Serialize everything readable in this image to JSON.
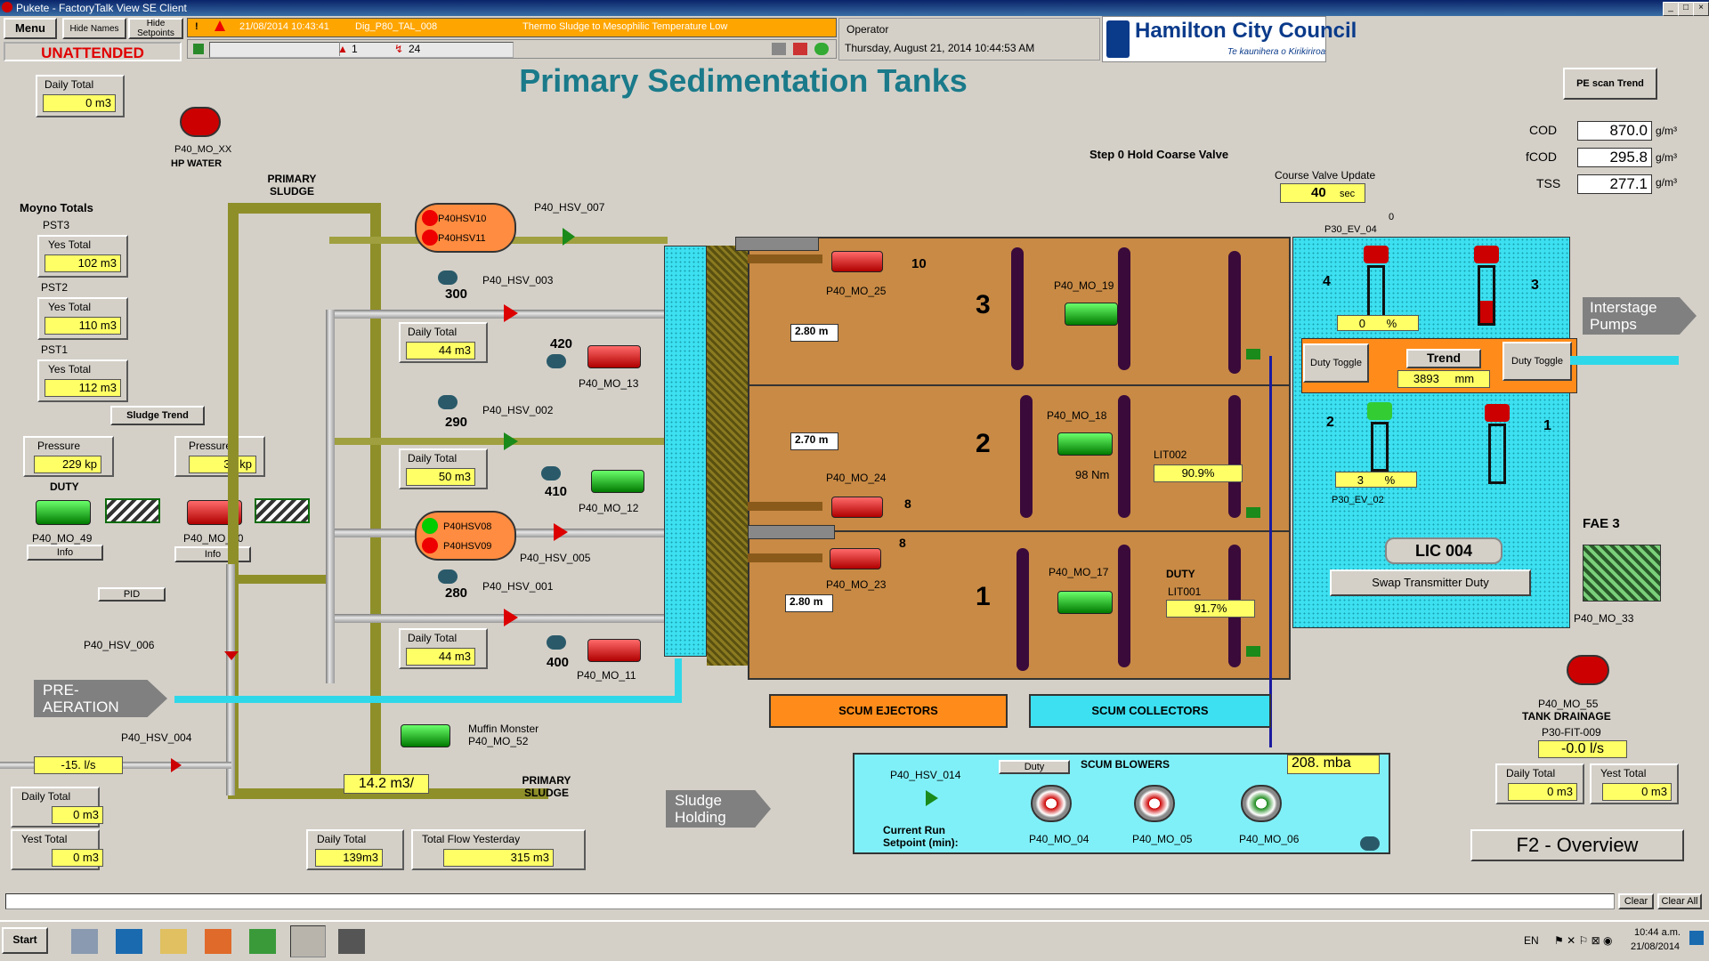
{
  "window": {
    "title": "Pukete - FactoryTalk View SE Client",
    "min": "_",
    "max": "□",
    "close": "×"
  },
  "toolbar": {
    "menu": "Menu",
    "hide_names": "Hide Names",
    "hide_setpoints": "Hide Setpoints",
    "unattended": "UNATTENDED",
    "alarm_time": "21/08/2014 10:43:41",
    "alarm_tag": "Dig_P80_TAL_008",
    "alarm_msg": "Thermo Sludge to Mesophilic Temperature Low",
    "alarm_count": "1",
    "alarm_count2": "24",
    "operator_label": "Operator",
    "datetime": "Thursday, August 21, 2014  10:44:53 AM",
    "logo_main": "Hamilton City Council",
    "logo_sub": "Te kaunihera o Kirikiriroa"
  },
  "page_title": "Primary Sedimentation Tanks",
  "pe_scan_trend": "PE scan Trend",
  "daily_total_top": {
    "label": "Daily Total",
    "value": "0 m3"
  },
  "hp_water": {
    "tag": "P40_MO_XX",
    "label": "HP WATER"
  },
  "moyno": {
    "title": "Moyno Totals",
    "items": [
      {
        "pst": "PST3",
        "label": "Yes Total",
        "value": "102 m3"
      },
      {
        "pst": "PST2",
        "label": "Yes Total",
        "value": "110 m3"
      },
      {
        "pst": "PST1",
        "label": "Yes Total",
        "value": "112 m3"
      }
    ]
  },
  "sludge_trend": "Sludge Trend",
  "pressure1": {
    "label": "Pressure",
    "value": "229 kp"
  },
  "pressure2": {
    "label": "Pressure",
    "value": "32 kp"
  },
  "duty": "DUTY",
  "mo49": {
    "tag": "P40_MO_49",
    "info": "Info"
  },
  "mo50": {
    "tag": "P40_MO_50",
    "info": "Info"
  },
  "pid": "PID",
  "hsv006": "P40_HSV_006",
  "hsv004": "P40_HSV_004",
  "pre_aeration": "PRE-AERATION",
  "flow_left": "-15. l/s",
  "daily_total_bl": {
    "label": "Daily Total",
    "value": "0 m3"
  },
  "yest_total_bl": {
    "label": "Yest Total",
    "value": "0 m3"
  },
  "primary_sludge_top": "PRIMARY SLUDGE",
  "primary_sludge_bot": "PRIMARY SLUDGE",
  "flow_mid": "14.2 m3/",
  "daily_total_bm": {
    "label": "Daily Total",
    "value": "139m3"
  },
  "total_flow_yest": {
    "label": "Total Flow Yesterday",
    "value": "315 m3"
  },
  "sludge_holding": "Sludge Holding",
  "muffin": {
    "name": "Muffin Monster",
    "tag": "P40_MO_52"
  },
  "hsv10": "P40HSV10",
  "hsv11": "P40HSV11",
  "hsv08": "P40HSV08",
  "hsv09": "P40HSV09",
  "hsv007": "P40_HSV_007",
  "hsv003": "P40_HSV_003",
  "hsv002": "P40_HSV_002",
  "hsv005": "P40_HSV_005",
  "hsv001": "P40_HSV_001",
  "timer300": "300",
  "timer290": "290",
  "timer280": "280",
  "timer420": "420",
  "timer410": "410",
  "timer400": "400",
  "daily3": {
    "label": "Daily Total",
    "value": "44 m3"
  },
  "daily2": {
    "label": "Daily Total",
    "value": "50 m3"
  },
  "daily1": {
    "label": "Daily Total",
    "value": "44 m3"
  },
  "mo13": "P40_MO_13",
  "mo12": "P40_MO_12",
  "mo11": "P40_MO_11",
  "mo25": "P40_MO_25",
  "mo24": "P40_MO_24",
  "mo23": "P40_MO_23",
  "mo19": "P40_MO_19",
  "mo18": "P40_MO_18",
  "mo17": "P40_MO_17",
  "num10": "10",
  "num8a": "8",
  "num8b": "8",
  "tank3": "3",
  "tank2": "2",
  "tank1": "1",
  "level3": "2.80 m",
  "level2": "2.70 m",
  "level1": "2.80 m",
  "nm98": "98 Nm",
  "lit002": {
    "tag": "LIT002",
    "value": "90.9%"
  },
  "lit001": {
    "tag": "LIT001",
    "value": "91.7%",
    "duty": "DUTY"
  },
  "step0": "Step 0 Hold Coarse Valve",
  "course_valve": {
    "label": "Course Valve Update",
    "value": "40",
    "unit": "sec"
  },
  "quality": [
    {
      "label": "COD",
      "value": "870.0",
      "unit": "g/m³"
    },
    {
      "label": "fCOD",
      "value": "295.8",
      "unit": "g/m³"
    },
    {
      "label": "TSS",
      "value": "277.1",
      "unit": "g/m³"
    }
  ],
  "p30_ev04": "P30_EV_04",
  "zero_label": "0",
  "ev_num4": "4",
  "ev_num3": "3",
  "ev_num2": "2",
  "ev_num1": "1",
  "pct_top": {
    "value": "0",
    "unit": "%"
  },
  "pct_bot": {
    "value": "3",
    "unit": "%"
  },
  "duty_toggle_l": "Duty Toggle",
  "duty_toggle_r": "Duty Toggle",
  "trend": {
    "label": "Trend",
    "value": "3893",
    "unit": "mm"
  },
  "p30_ev02": "P30_EV_02",
  "interstage": "Interstage Pumps",
  "lic004": "LIC 004",
  "swap": "Swap Transmitter Duty",
  "fae3": "FAE 3",
  "mo33": "P40_MO_33",
  "mo55": {
    "tag": "P40_MO_55",
    "label": "TANK DRAINAGE",
    "fit": "P30-FIT-009",
    "value": "-0.0 l/s"
  },
  "daily_total_br": {
    "label": "Daily Total",
    "value": "0 m3"
  },
  "yest_total_br": {
    "label": "Yest Total",
    "value": "0 m3"
  },
  "scum_ejectors": "SCUM EJECTORS",
  "scum_collectors": "SCUM COLLECTORS",
  "scum_blowers": {
    "title": "SCUM BLOWERS",
    "duty": "Duty",
    "hsv014": "P40_HSV_014",
    "current_run": "Current Run Setpoint (min):",
    "pressure": "208. mba",
    "mo04": "P40_MO_04",
    "mo05": "P40_MO_05",
    "mo06": "P40_MO_06"
  },
  "f2_overview": "F2 - Overview",
  "bottom": {
    "clear": "Clear",
    "clear_all": "Clear All"
  },
  "taskbar": {
    "start": "Start",
    "lang": "EN",
    "time": "10:44 a.m.",
    "date": "21/08/2014"
  }
}
